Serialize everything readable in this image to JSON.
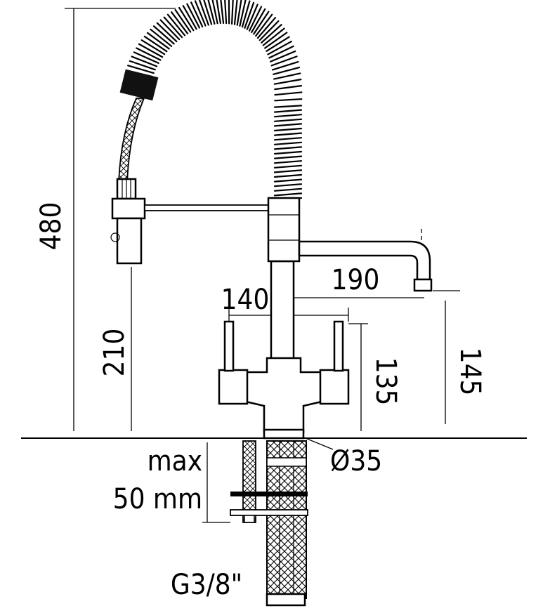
{
  "dimensions": {
    "total_height": "480",
    "handshower_height": "210",
    "spout_reach": "190",
    "handle_span": "140",
    "body_height": "135",
    "spout_height": "145",
    "base_diameter": "Ø35",
    "max_thickness_line1": "max",
    "max_thickness_line2": "50 mm",
    "connection": "G3/8\""
  }
}
